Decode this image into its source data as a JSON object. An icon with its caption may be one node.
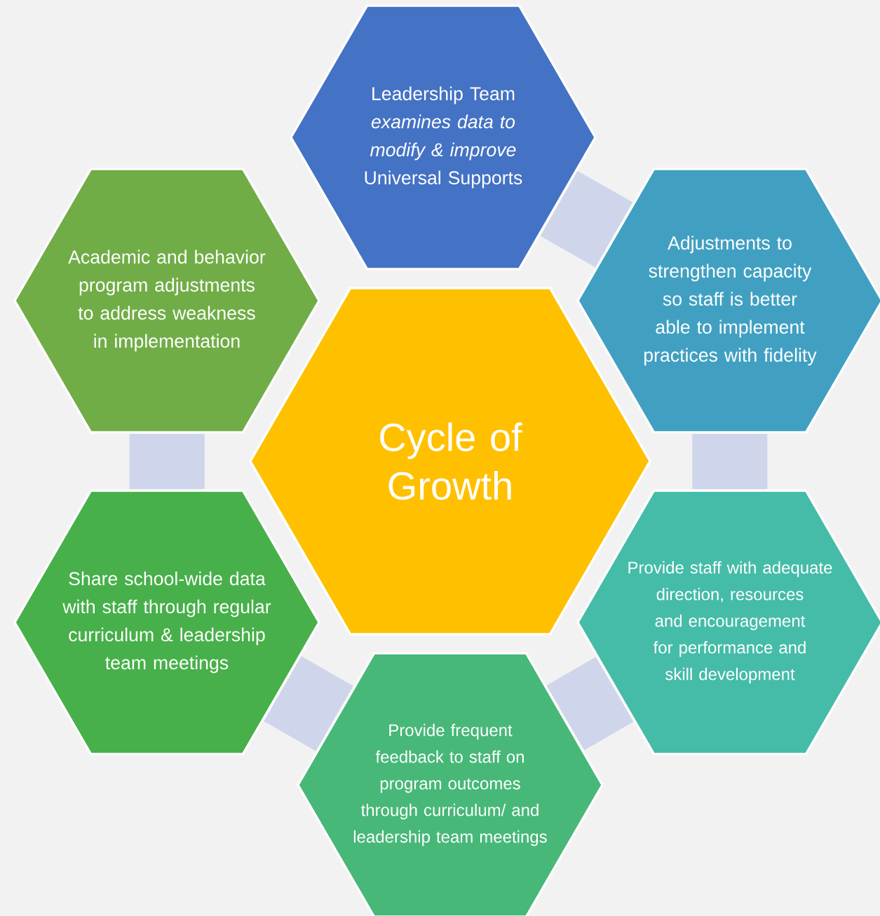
{
  "diagram": {
    "nodes": [
      {
        "text": [
          "Leadership Team *examines data to modify & improve* Universal Supports"
        ]
      },
      {
        "text": [
          "Adjustments to strengthen capacity so staff is better able to implement practices with fidelity"
        ]
      },
      {
        "text": [
          "Provide staff with adequate direction, resources and encouragement for performance and skill development"
        ]
      },
      {
        "text": [
          "Provide frequent feedback to staff on program outcomes through curriculum/ and leadership team meetings"
        ]
      },
      {
        "text": [
          "Share school-wide data with staff through regular curriculum & leadership team meetings"
        ]
      },
      {
        "text": [
          "Academic and behavior program adjustments to address weakness in implementation"
        ]
      },
      {
        "text": [
          "Cycle of Growth"
        ]
      }
    ],
    "edges": [
      {
        "from": 0,
        "to": 1,
        "arrow": "none"
      },
      {
        "from": 1,
        "to": 2,
        "arrow": "none"
      },
      {
        "from": 2,
        "to": 3,
        "arrow": "none"
      },
      {
        "from": 3,
        "to": 4,
        "arrow": "none"
      },
      {
        "from": 4,
        "to": 5,
        "arrow": "none"
      }
    ]
  }
}
